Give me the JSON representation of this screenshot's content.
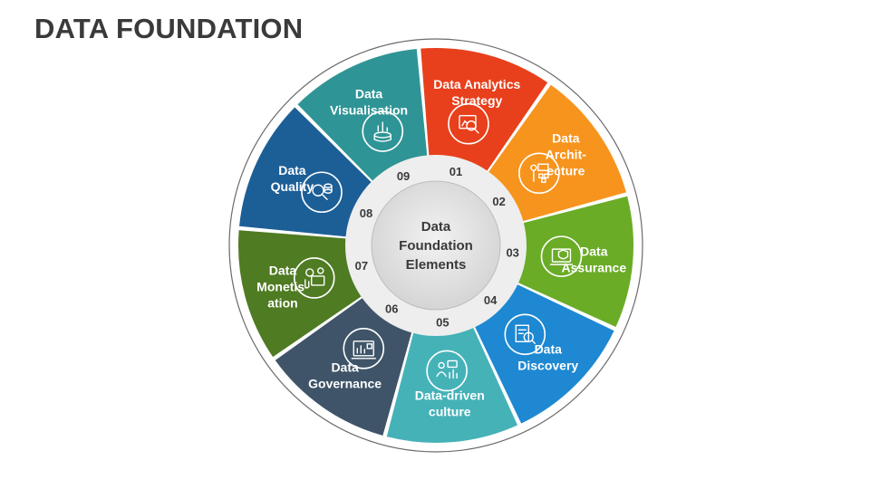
{
  "title": "DATA FOUNDATION",
  "center": {
    "lines": [
      "Data",
      "Foundation",
      "Elements"
    ]
  },
  "segments": [
    {
      "number": "01",
      "lines": [
        "Data Analytics",
        "Strategy"
      ],
      "color": "#e8401c",
      "icon": "analytics-strategy-icon"
    },
    {
      "number": "02",
      "lines": [
        "Data",
        "Archit-",
        "ecture"
      ],
      "color": "#f7941d",
      "icon": "architecture-icon"
    },
    {
      "number": "03",
      "lines": [
        "Data",
        "Assurance"
      ],
      "color": "#6aac26",
      "icon": "assurance-icon"
    },
    {
      "number": "04",
      "lines": [
        "Data",
        "Discovery"
      ],
      "color": "#1e88d2",
      "icon": "discovery-icon"
    },
    {
      "number": "05",
      "lines": [
        "Data-driven",
        "culture"
      ],
      "color": "#45b2b8",
      "icon": "data-culture-icon"
    },
    {
      "number": "06",
      "lines": [
        "Data",
        "Governance"
      ],
      "color": "#3f5468",
      "icon": "governance-icon"
    },
    {
      "number": "07",
      "lines": [
        "Data",
        "Monetis-",
        "ation"
      ],
      "color": "#4f7b22",
      "icon": "monetisation-icon"
    },
    {
      "number": "08",
      "lines": [
        "Data",
        "Quality"
      ],
      "color": "#1c5f97",
      "icon": "quality-icon"
    },
    {
      "number": "09",
      "lines": [
        "Data",
        "Visualisation"
      ],
      "color": "#2f9495",
      "icon": "visualisation-icon"
    }
  ]
}
